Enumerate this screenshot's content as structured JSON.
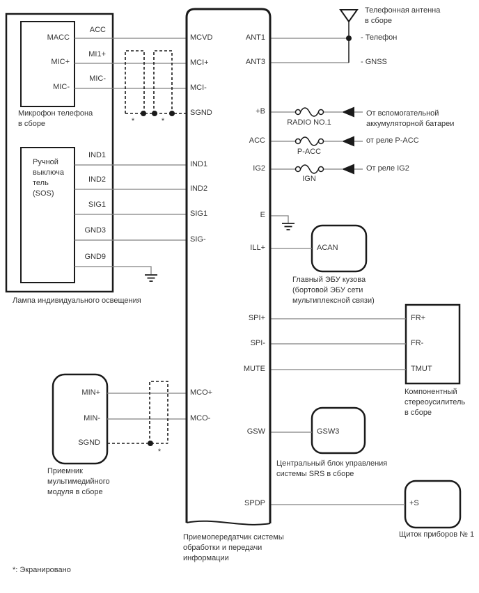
{
  "colors": {
    "wire": "#808080",
    "line": "#1a1a1a",
    "text": "#333333",
    "background": "#ffffff"
  },
  "footnote": "*: Экранировано",
  "asterisk": "*",
  "transceiver": {
    "label": "Приемопередатчик системы\nобработки и передачи\nинформации",
    "left_pins": [
      "MCVD",
      "MCI+",
      "MCI-",
      "SGND",
      "IND1",
      "IND2",
      "SIG1",
      "SIG-",
      "MCO+",
      "MCO-"
    ],
    "right_pins": [
      "ANT1",
      "ANT3",
      "+B",
      "ACC",
      "IG2",
      "E",
      "ILL+",
      "SPI+",
      "SPI-",
      "MUTE",
      "GSW",
      "SPDP"
    ]
  },
  "microphone": {
    "label": "Микрофон телефона\nв сборе",
    "pins": [
      "MACC",
      "MIC+",
      "MIC-"
    ],
    "wire_labels": [
      "ACC",
      "MI1+",
      "MIC-"
    ]
  },
  "lamp": {
    "label": "Лампа индивидуального освещения",
    "switch_label": "Ручной\nвыключа\nтель\n(SOS)",
    "wire_labels": [
      "IND1",
      "IND2",
      "SIG1",
      "GND3",
      "GND9"
    ]
  },
  "multimedia": {
    "label": "Приемник\nмультимедийного\nмодуля в сборе",
    "pins": [
      "MIN+",
      "MIN-",
      "SGND"
    ]
  },
  "antenna": {
    "label": "Телефонная антенна\nв сборе",
    "phone_tap": "- Телефон",
    "gnss_tap": "- GNSS"
  },
  "power_feeds": [
    {
      "fuse": "RADIO NO.1",
      "source": "От вспомогательной\nаккумуляторной батареи"
    },
    {
      "fuse": "P-ACC",
      "source": "от реле P-ACC"
    },
    {
      "fuse": "IGN",
      "source": "От реле IG2"
    }
  ],
  "body_ecu": {
    "pin": "ACAN",
    "label": "Главный ЭБУ кузова\n(бортовой ЭБУ сети\nмультиплексной связи)"
  },
  "amplifier": {
    "label": "Компонентный\nстереоусилитель\nв сборе",
    "pins": [
      "FR+",
      "FR-",
      "TMUT"
    ]
  },
  "srs_unit": {
    "pin": "GSW3",
    "label": "Центральный блок управления\nсистемы SRS в сборе"
  },
  "instrument_panel": {
    "pin": "+S",
    "label": "Щиток приборов № 1"
  }
}
